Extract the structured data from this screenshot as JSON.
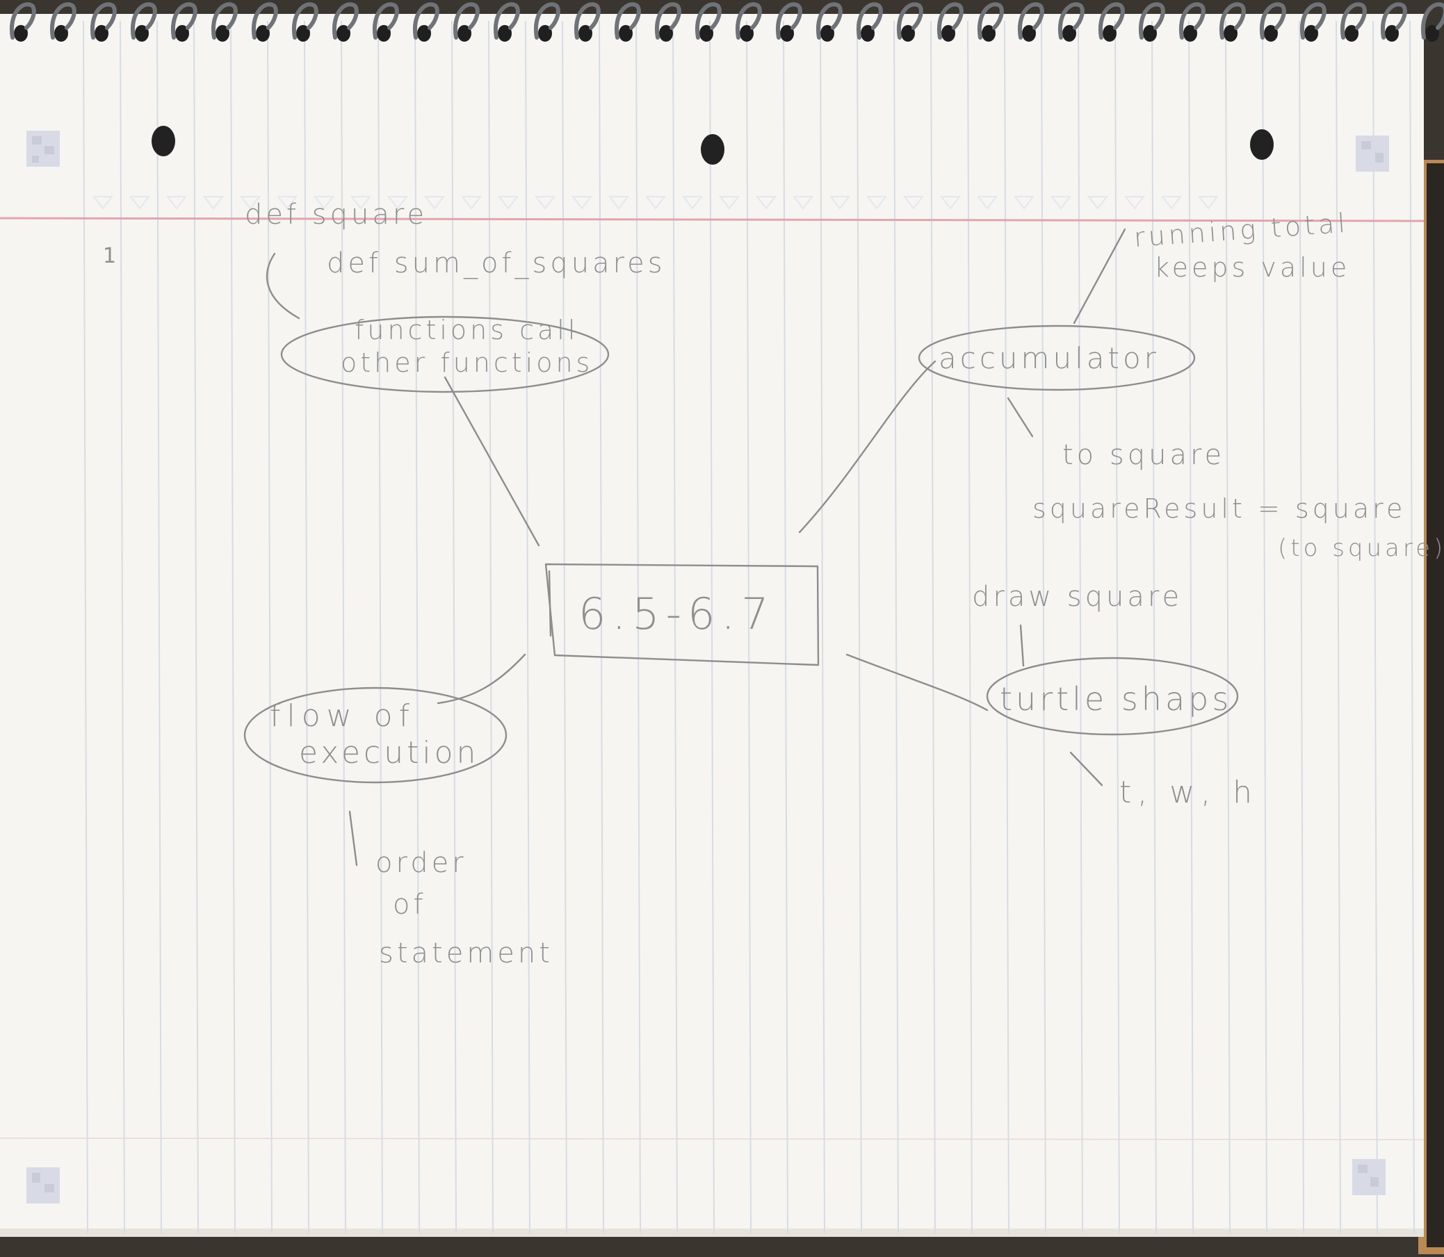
{
  "diagram": {
    "center_topic": "6.5-6.7",
    "nodes": {
      "functions_call": {
        "lines": [
          "functions call",
          "other functions"
        ],
        "notes": [
          "def square",
          "def sum_of_squares"
        ]
      },
      "accumulator": {
        "label": "accumulator",
        "note_above": [
          "running total",
          "keeps value"
        ],
        "note_below": [
          "to square",
          "squareResult = square",
          "(to square)"
        ]
      },
      "flow_of_execution": {
        "lines": [
          "flow of",
          "execution"
        ],
        "note": [
          "order",
          "of",
          "statement"
        ]
      },
      "turtle_shapes": {
        "label": "turtle shaps",
        "note_above": "draw square",
        "note_below": "t, w, h"
      }
    },
    "margin_mark": "1"
  },
  "colors": {
    "paper": "#f6f5f2",
    "rule_line": "#d7dce3",
    "margin_line": "#e3a4ad",
    "pencil": "#8d8d8d",
    "binder_cover": "#b98a55"
  }
}
